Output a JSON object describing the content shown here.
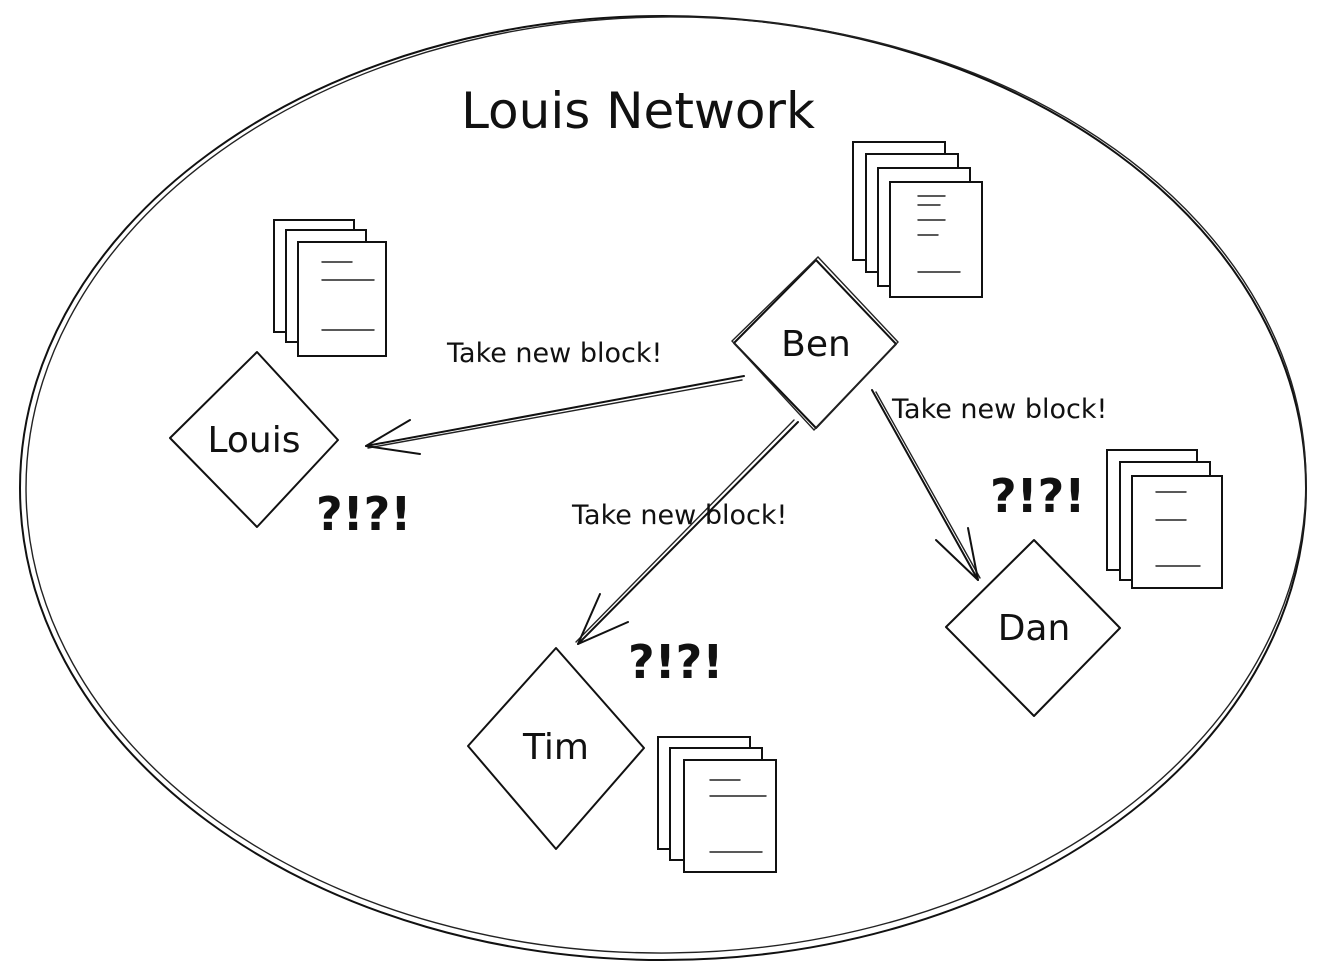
{
  "diagram": {
    "title": "Louis Network",
    "nodes": [
      {
        "id": "ben",
        "label": "Ben"
      },
      {
        "id": "louis",
        "label": "Louis"
      },
      {
        "id": "tim",
        "label": "Tim"
      },
      {
        "id": "dan",
        "label": "Dan"
      }
    ],
    "edges": [
      {
        "from": "ben",
        "to": "louis",
        "label": "Take new block!"
      },
      {
        "from": "ben",
        "to": "tim",
        "label": "Take new block!"
      },
      {
        "from": "ben",
        "to": "dan",
        "label": "Take new block!"
      }
    ],
    "reactions": {
      "louis": "?!?!",
      "tim": "?!?!",
      "dan": "?!?!"
    }
  }
}
